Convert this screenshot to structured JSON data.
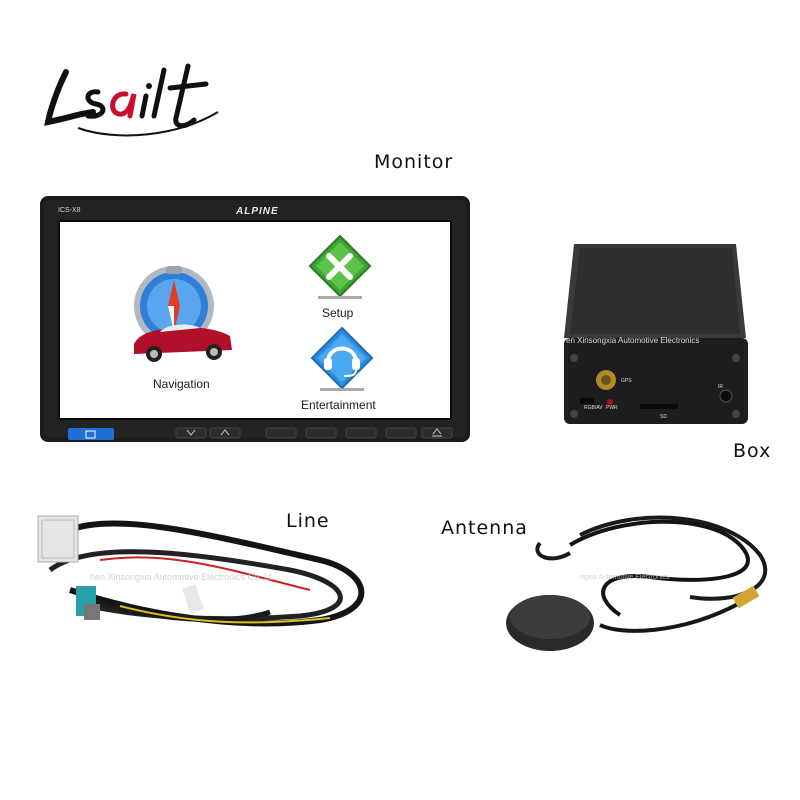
{
  "brand": {
    "logo_text": "Lsailt"
  },
  "captions": {
    "monitor": "Monitor",
    "box": "Box",
    "line": "Line",
    "antenna": "Antenna"
  },
  "monitor": {
    "model": "ICS-X8",
    "brand": "ALPINE",
    "apps": [
      {
        "label": "Navigation",
        "icon": "compass-car-icon"
      },
      {
        "label": "Setup",
        "icon": "tools-icon"
      },
      {
        "label": "Entertainment",
        "icon": "headset-icon"
      }
    ],
    "colors": {
      "bezel": "#1a1a1a",
      "home_button": "#1e6fd6",
      "setup_icon": "#3fa535",
      "entertainment_icon": "#2a8fe0"
    }
  },
  "box": {
    "watermark_text": "en Xinsongxia Automotive Electronics",
    "port_labels": {
      "gps": "GPS",
      "ir": "IR",
      "rgb": "RGB/AV",
      "pwr": "PWR",
      "sd": "SD"
    }
  },
  "watermarks": {
    "line": "hen Xinsongxia Automotive Electronics Co.,Lt",
    "antenna": "ngxia Automotive Electronics"
  }
}
